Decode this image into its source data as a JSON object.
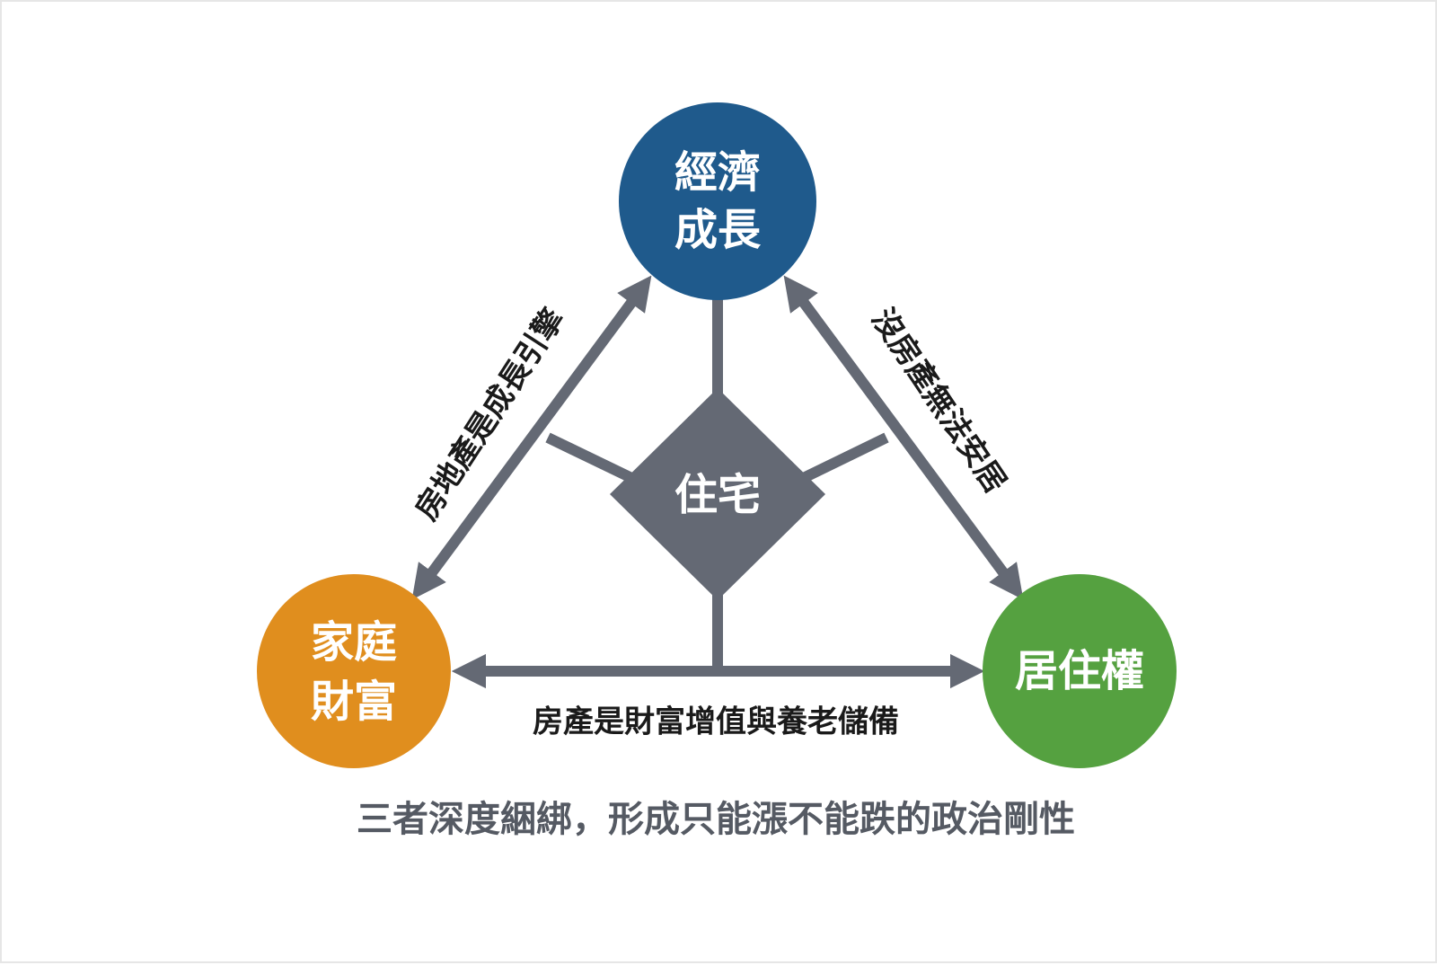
{
  "nodes": {
    "top": {
      "line1": "經濟",
      "line2": "成長",
      "color": "#1f5a8c"
    },
    "left": {
      "line1": "家庭",
      "line2": "財富",
      "color": "#e08e1e"
    },
    "right": {
      "label": "居住權",
      "color": "#55a140"
    },
    "center": {
      "label": "住宅",
      "color": "#646974"
    }
  },
  "edges": {
    "left": "房地產是成長引擎",
    "right": "沒房產無法安居",
    "bottom": "房產是財富增值與養老儲備"
  },
  "caption": "三者深度綑綁，形成只能漲不能跌的政治剛性",
  "colors": {
    "arrow": "#646974",
    "edge_text": "#1a1a1a",
    "caption": "#555a63"
  }
}
